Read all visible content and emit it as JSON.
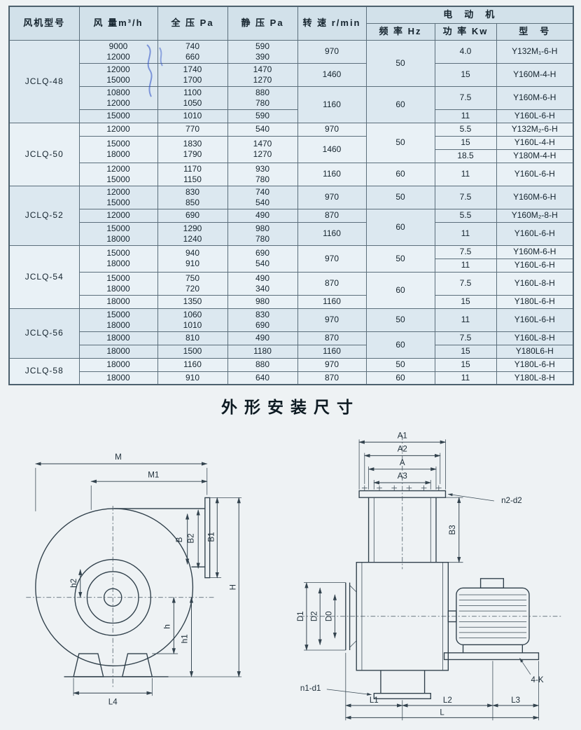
{
  "page": {
    "section_title": "外形安装尺寸"
  },
  "table": {
    "headers": {
      "model": "风机型号",
      "flow": "风 量m³/h",
      "total_pressure": "全 压 Pa",
      "static_pressure": "静 压 Pa",
      "speed": "转 速 r/min",
      "motor": "电　动　机",
      "frequency": "频 率 Hz",
      "power": "功 率 Kw",
      "motor_model": "型　号"
    },
    "groups": [
      {
        "model": "JCLQ-48",
        "rows": [
          {
            "flow": "9000\n12000",
            "tp": "740\n660",
            "sp": "590\n390",
            "speed": "970",
            "freq": "50",
            "power": "4.0",
            "mm": "Y132M₁-6-H"
          },
          {
            "flow": "12000\n15000",
            "tp": "1740\n1700",
            "sp": "1470\n1270",
            "speed": "1460",
            "power": "15",
            "mm": "Y160M-4-H"
          },
          {
            "flow": "10800\n12000",
            "tp": "1100\n1050",
            "sp": "880\n780",
            "speed": "1160",
            "freq": "60",
            "power": "7.5",
            "mm": "Y160M-6-H"
          },
          {
            "flow": "15000",
            "tp": "1010",
            "sp": "590",
            "power": "11",
            "mm": "Y160L-6-H"
          }
        ]
      },
      {
        "model": "JCLQ-50",
        "rows": [
          {
            "flow": "12000",
            "tp": "770",
            "sp": "540",
            "speed": "970",
            "freq": "50",
            "power": "5.5",
            "mm": "Y132M₂-6-H"
          },
          {
            "flow": "15000\n18000",
            "tp": "1830\n1790",
            "sp": "1470\n1270",
            "speed": "1460",
            "power": "15",
            "mm": "Y160L-4-H"
          },
          {
            "power": "18.5",
            "mm": "Y180M-4-H"
          },
          {
            "flow": "12000\n15000",
            "tp": "1170\n1150",
            "sp": "930\n780",
            "speed": "1160",
            "freq": "60",
            "power": "11",
            "mm": "Y160L-6-H"
          }
        ]
      },
      {
        "model": "JCLQ-52",
        "rows": [
          {
            "flow": "12000\n15000",
            "tp": "830\n850",
            "sp": "740\n540",
            "speed": "970",
            "freq": "50",
            "power": "7.5",
            "mm": "Y160M-6-H"
          },
          {
            "flow": "12000",
            "tp": "690",
            "sp": "490",
            "speed": "870",
            "freq": "60",
            "power": "5.5",
            "mm": "Y160M₂-8-H"
          },
          {
            "flow": "15000\n18000",
            "tp": "1290\n1240",
            "sp": "980\n780",
            "speed": "1160",
            "power": "11",
            "mm": "Y160L-6-H"
          }
        ]
      },
      {
        "model": "JCLQ-54",
        "rows": [
          {
            "flow": "15000\n18000",
            "tp": "940\n910",
            "sp": "690\n540",
            "speed": "970",
            "freq": "50",
            "power": "7.5",
            "mm": "Y160M-6-H"
          },
          {
            "power": "11",
            "mm": "Y160L-6-H"
          },
          {
            "flow": "15000\n18000",
            "tp": "750\n720",
            "sp": "490\n340",
            "speed": "870",
            "freq": "60",
            "power": "7.5",
            "mm": "Y160L-8-H"
          },
          {
            "flow": "18000",
            "tp": "1350",
            "sp": "980",
            "speed": "1160",
            "power": "15",
            "mm": "Y180L-6-H"
          }
        ]
      },
      {
        "model": "JCLQ-56",
        "rows": [
          {
            "flow": "15000\n18000",
            "tp": "1060\n1010",
            "sp": "830\n690",
            "speed": "970",
            "freq": "50",
            "power": "11",
            "mm": "Y160L-6-H"
          },
          {
            "flow": "18000",
            "tp": "810",
            "sp": "490",
            "speed": "870",
            "freq": "60",
            "power": "7.5",
            "mm": "Y160L-8-H"
          },
          {
            "flow": "18000",
            "tp": "1500",
            "sp": "1180",
            "speed": "1160",
            "power": "15",
            "mm": "Y180L6-H"
          }
        ]
      },
      {
        "model": "JCLQ-58",
        "rows": [
          {
            "flow": "18000",
            "tp": "1160",
            "sp": "880",
            "speed": "970",
            "freq": "50",
            "power": "15",
            "mm": "Y180L-6-H"
          },
          {
            "flow": "18000",
            "tp": "910",
            "sp": "640",
            "speed": "870",
            "freq": "60",
            "power": "11",
            "mm": "Y180L-8-H"
          }
        ]
      }
    ]
  },
  "drawings": {
    "side_view": {
      "labels": {
        "M": "M",
        "M1": "M1",
        "B": "B",
        "B2": "B2",
        "B1": "B1",
        "h2": "h2",
        "h": "h",
        "h1": "h1",
        "H": "H",
        "L4": "L4"
      }
    },
    "front_view": {
      "labels": {
        "A1": "A1",
        "A2": "A2",
        "A": "A",
        "A3": "A3",
        "B3": "B3",
        "D1": "D1",
        "D2": "D2",
        "D0": "D0",
        "n2_d2": "n2-d2",
        "n1_d1": "n1-d1",
        "four_k": "4-K",
        "L1": "L1",
        "L2": "L2",
        "L3": "L3",
        "L": "L"
      }
    }
  }
}
